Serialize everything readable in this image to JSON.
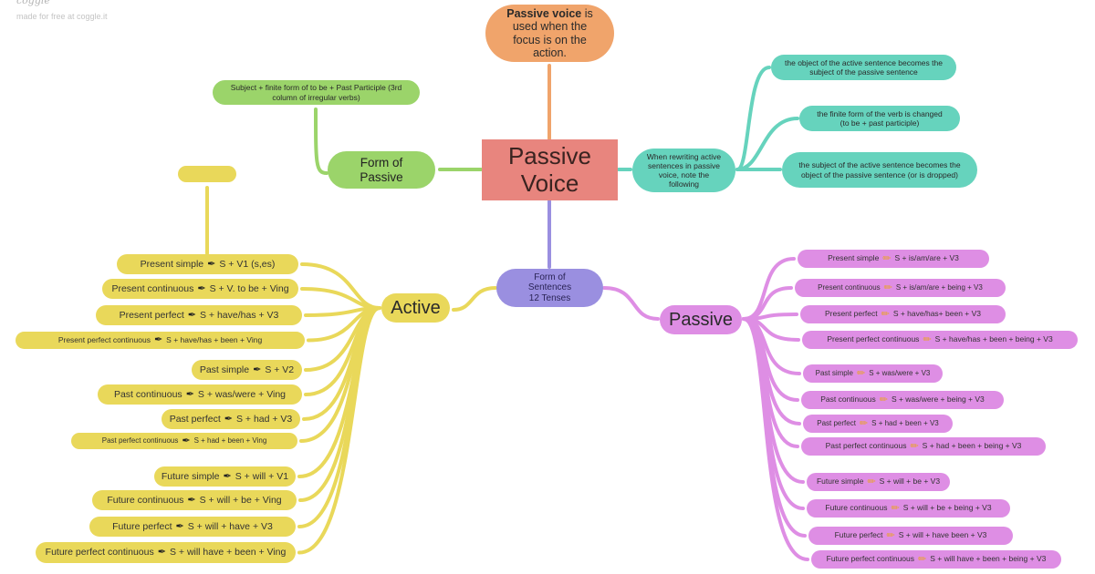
{
  "brand": {
    "name": "coggle",
    "tagline": "made for free at coggle.it"
  },
  "colors": {
    "root": "#e8857e",
    "orange": "#f0a46b",
    "green": "#9bd46a",
    "teal": "#66d3bd",
    "purple": "#9a8fe0",
    "yellow": "#e9d85a",
    "pink": "#de8ee4"
  },
  "root": {
    "line1": "Passive",
    "line2": "Voice"
  },
  "definition": {
    "bold": "Passive voice",
    "rest": " is used when the focus is on the action."
  },
  "form_of_passive": {
    "label_line1": "Form of",
    "label_line2": "Passive",
    "detail": "Subject + finite form of to be + Past Participle (3rd column of irregular verbs)"
  },
  "rewriting": {
    "label": "When rewriting active sentences in passive voice, note the following",
    "notes": [
      "the object of the active sentence becomes the subject of the passive sentence",
      "the finite form of the verb is changed (to be + past participle)",
      "the subject of the active sentence becomes the object of the passive sentence (or is dropped)"
    ]
  },
  "tenses_hub": {
    "line1": "Form of",
    "line2": "Sentences",
    "line3": "12 Tenses"
  },
  "active": {
    "label": "Active",
    "empty_node": "",
    "icon": "pen-icon",
    "items": [
      {
        "tense": "Present simple",
        "formula": "S + V1 (s,es)"
      },
      {
        "tense": "Present continuous",
        "formula": "S + V. to be + Ving"
      },
      {
        "tense": "Present perfect",
        "formula": "S + have/has + V3"
      },
      {
        "tense": "Present perfect continuous",
        "formula": "S + have/has + been + Ving"
      },
      {
        "tense": "Past simple",
        "formula": "S + V2"
      },
      {
        "tense": "Past continuous",
        "formula": "S + was/were + Ving"
      },
      {
        "tense": "Past perfect",
        "formula": "S + had + V3"
      },
      {
        "tense": "Past perfect continuous",
        "formula": "S + had + been + Ving"
      },
      {
        "tense": "Future simple",
        "formula": "S + will + V1"
      },
      {
        "tense": "Future continuous",
        "formula": "S + will + be + Ving"
      },
      {
        "tense": "Future perfect",
        "formula": "S + will + have + V3"
      },
      {
        "tense": "Future perfect continuous",
        "formula": "S + will have + been + Ving"
      }
    ]
  },
  "passive": {
    "label": "Passive",
    "icon": "pencil-icon",
    "items": [
      {
        "tense": "Present simple",
        "formula": "S + is/am/are + V3"
      },
      {
        "tense": "Present continuous",
        "formula": "S + is/am/are + being + V3"
      },
      {
        "tense": "Present perfect",
        "formula": "S + have/has+ been + V3"
      },
      {
        "tense": "Present perfect continuous",
        "formula": "S + have/has + been + being + V3"
      },
      {
        "tense": "Past simple",
        "formula": "S + was/were + V3"
      },
      {
        "tense": "Past continuous",
        "formula": "S + was/were + being + V3"
      },
      {
        "tense": "Past perfect",
        "formula": "S + had + been + V3"
      },
      {
        "tense": "Past perfect continuous",
        "formula": "S + had + been + being + V3"
      },
      {
        "tense": "Future simple",
        "formula": "S + will + be + V3"
      },
      {
        "tense": "Future continuous",
        "formula": "S + will + be + being + V3"
      },
      {
        "tense": "Future perfect",
        "formula": "S + will + have been + V3"
      },
      {
        "tense": "Future perfect continuous",
        "formula": "S + will have + been + being + V3"
      }
    ]
  }
}
